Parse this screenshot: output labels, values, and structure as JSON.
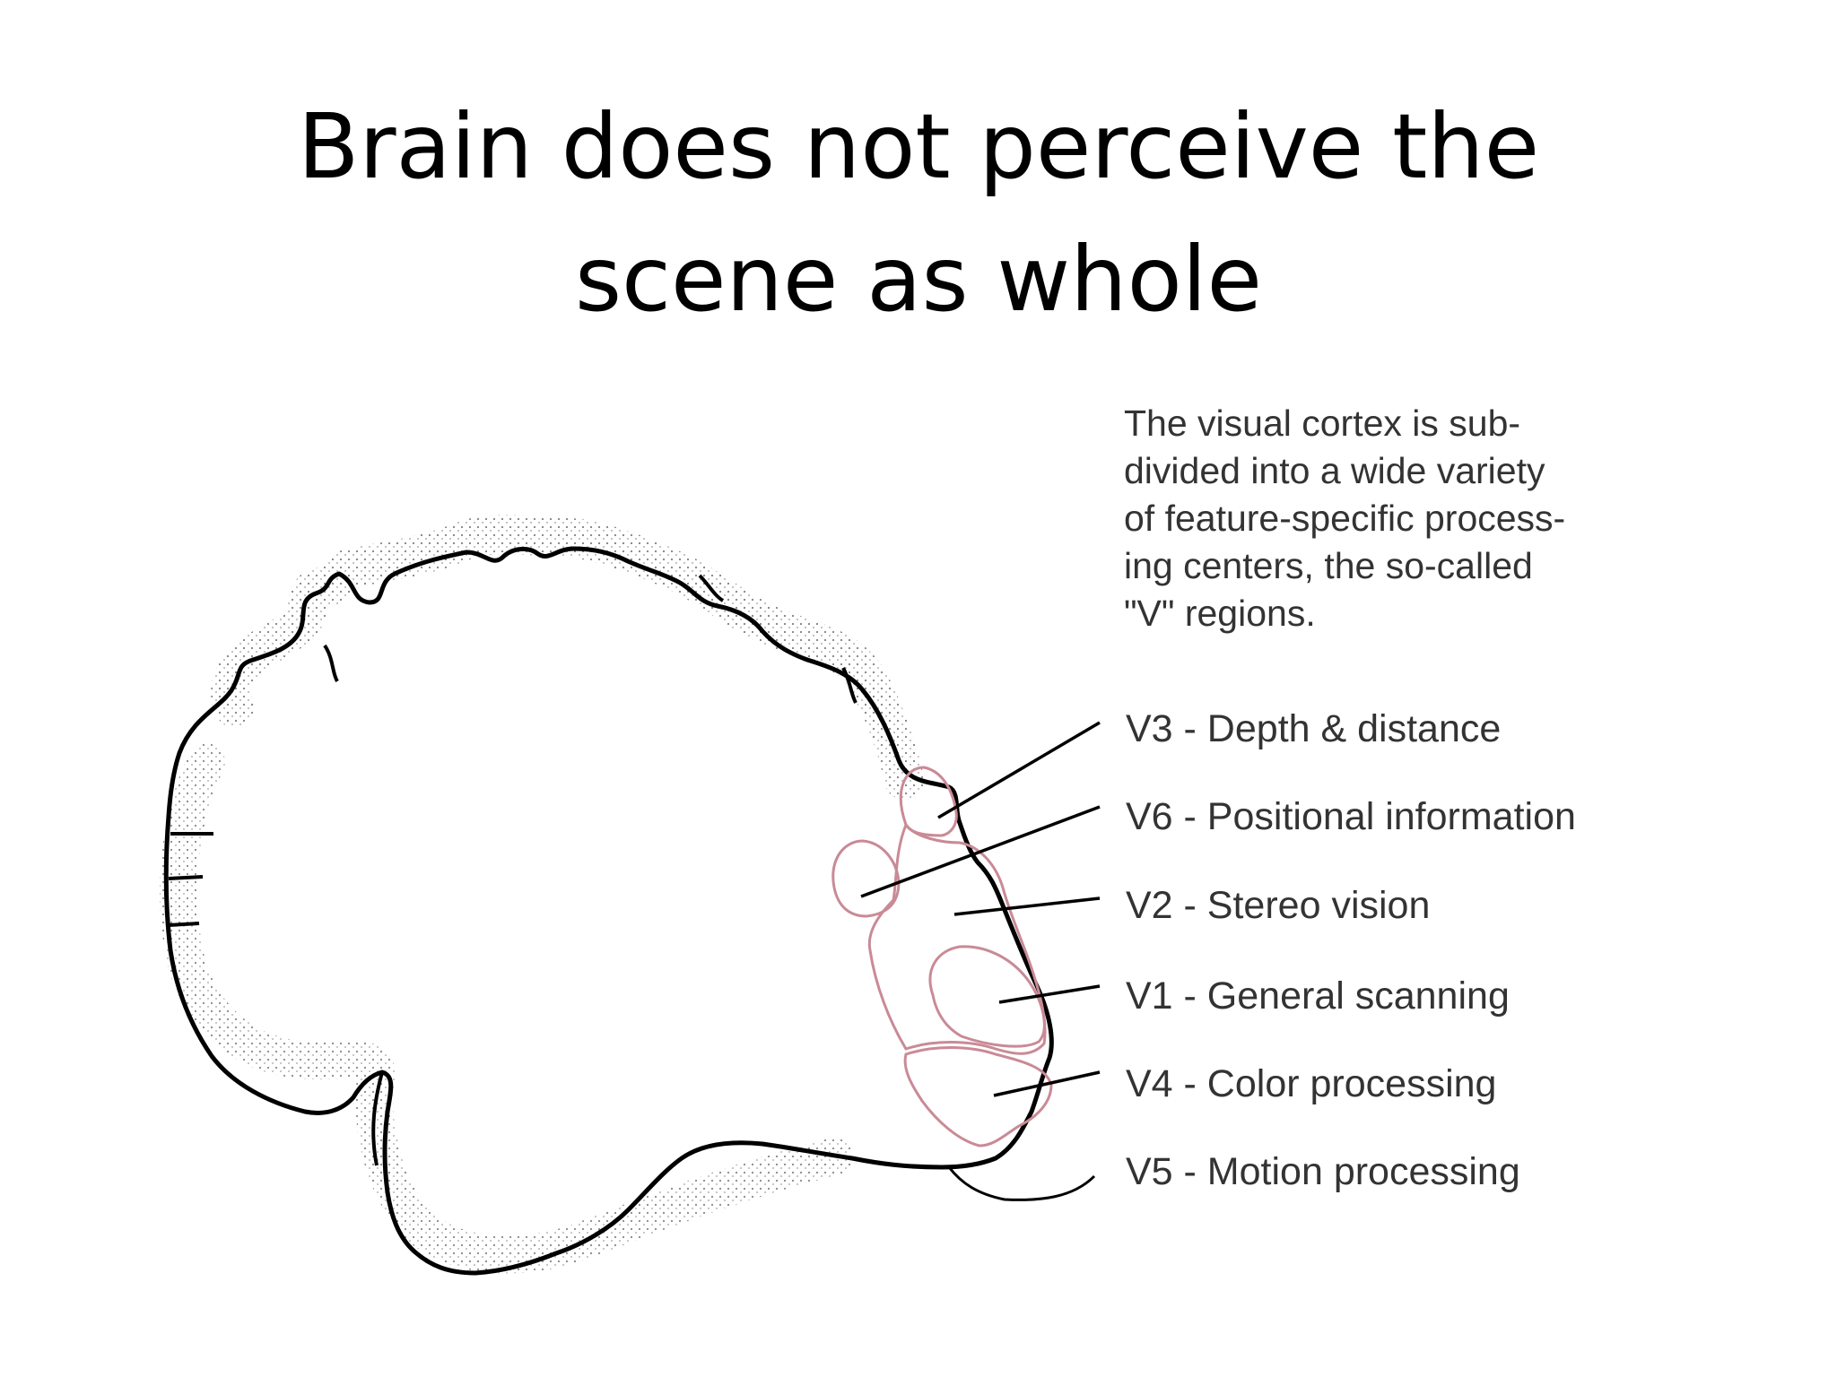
{
  "title": {
    "line1": "Brain does not perceive the",
    "line2": "scene as whole"
  },
  "description": {
    "lines": [
      "The visual cortex is sub-",
      "divided into a wide variety",
      "of feature-specific process-",
      "ing centers, the so-called",
      "\"V\" regions."
    ]
  },
  "regions": [
    {
      "label": "V3 - Depth & distance"
    },
    {
      "label": "V6 - Positional information"
    },
    {
      "label": "V2 - Stereo vision"
    },
    {
      "label": "V1 - General scanning"
    },
    {
      "label": "V4 - Color processing"
    },
    {
      "label": "V5 - Motion processing"
    }
  ],
  "colors": {
    "outline": "#000000",
    "region_outline": "#c98a96",
    "stipple": "#555555",
    "text": "#333333"
  }
}
